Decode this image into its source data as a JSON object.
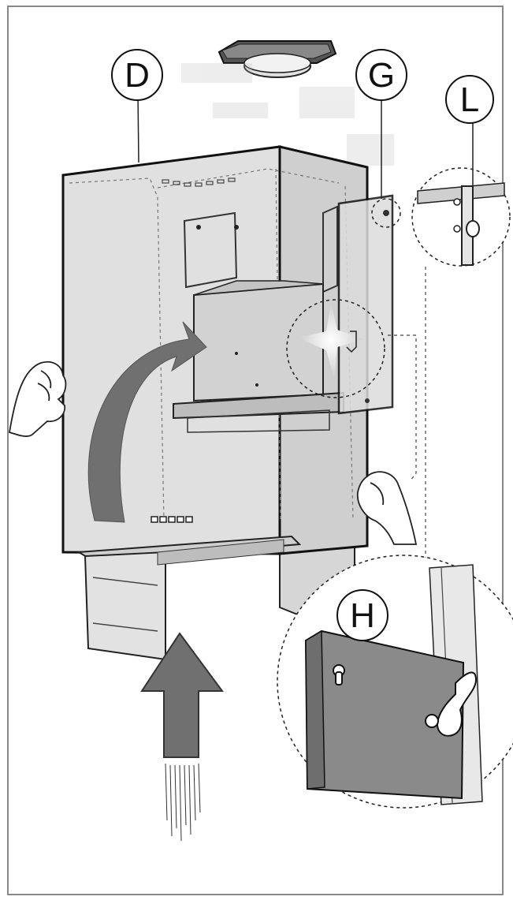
{
  "diagram": {
    "callouts": {
      "d": "D",
      "g": "G",
      "l": "L",
      "h": "H"
    },
    "colors": {
      "line": "#1a1a1a",
      "panel_fill": "#d9d9d9",
      "panel_fill_light": "#e6e6e6",
      "dark_part": "#7f7f7f",
      "arrow_fill": "#707070",
      "arrow_fill_light": "#8a8a8a",
      "highlight": "#ffffff"
    }
  }
}
